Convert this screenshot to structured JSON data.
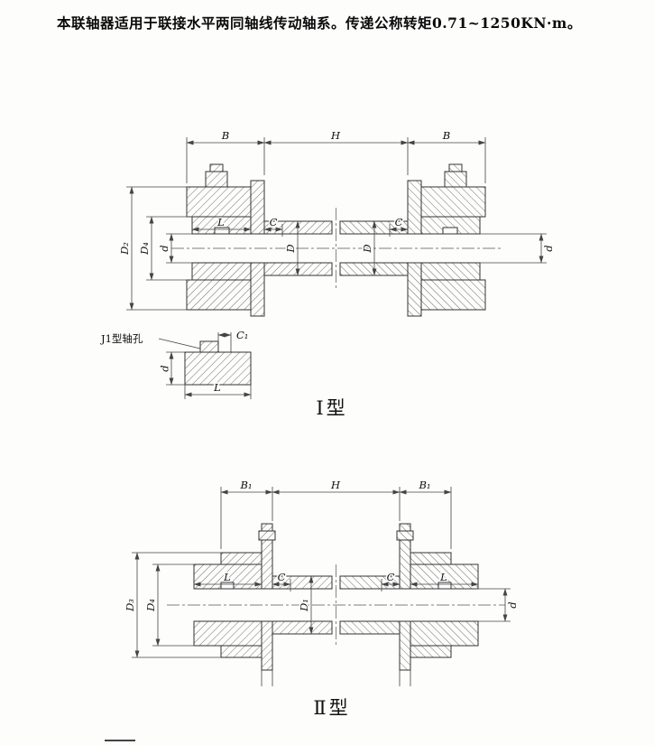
{
  "intro": "本联轴器适用于联接水平两同轴线传动轴系。传递公称转矩0.71~1250KN·m。",
  "type1": {
    "caption": "I型",
    "detail": {
      "label": "J1型轴孔",
      "dims": {
        "c1": "C₁",
        "d": "d",
        "l": "L"
      }
    },
    "dims": {
      "b_left": "B",
      "h": "H",
      "b_right": "B",
      "d2": "D₂",
      "d4": "D₄",
      "d_bore_left": "d",
      "d_bore_right": "d",
      "l_left": "L",
      "c_left": "C",
      "dia_left": "D",
      "dia_right": "D",
      "c_right": "C"
    }
  },
  "type2": {
    "caption": "Ⅱ型",
    "dims": {
      "b1_left": "B₁",
      "h": "H",
      "b1_right": "B₁",
      "d3": "D₃",
      "d4": "D₄",
      "d_bore": "d",
      "l_left": "L",
      "c_left": "C",
      "d1": "D₁",
      "c_right": "C",
      "l_right": "L"
    }
  }
}
